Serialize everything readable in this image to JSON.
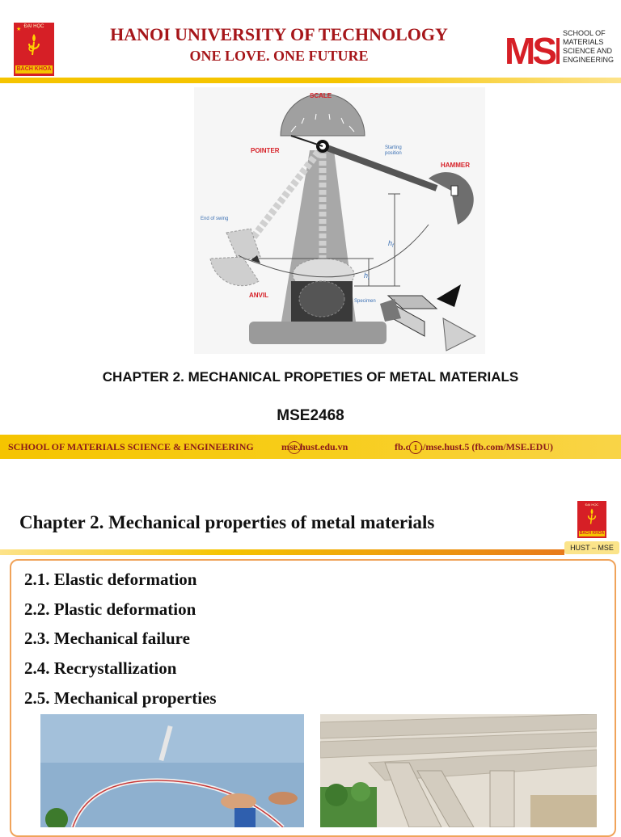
{
  "slide1": {
    "university_title": "HANOI UNIVERSITY OF TECHNOLOGY",
    "motto": "ONE LOVE. ONE FUTURE",
    "logo_hust": {
      "top_text": "ĐẠI HỌC",
      "band_text": "BÁCH KHOA"
    },
    "mse_logo": {
      "letters": "MSE",
      "text_lines": [
        "SCHOOL OF",
        "MATERIALS",
        "SCIENCE AND",
        "ENGINEERING"
      ]
    },
    "diagram": {
      "labels": {
        "scale": "SCALE",
        "pointer": "POINTER",
        "starting_position": [
          "Starting",
          "position"
        ],
        "hammer": "HAMMER",
        "end_of_swing": "End of swing",
        "anvil": "ANVIL",
        "specimen": "Specimen",
        "h_f": "h",
        "h_f_sub": "f",
        "h_i": "h",
        "h_i_sub": "i"
      }
    },
    "chapter_title": "CHAPTER 2. MECHANICAL PROPETIES OF METAL MATERIALS",
    "course_code": "MSE2468",
    "footer": {
      "school": "SCHOOL OF MATERIALS SCIENCE & ENGINEERING",
      "website": "mse.hust.edu.vn",
      "facebook": "fb.com/mse.hust.5 (fb.com/MSE.EDU)",
      "page_number_1": "1",
      "page_number_2": "1"
    }
  },
  "slide2": {
    "title": "Chapter 2. Mechanical properties of metal materials",
    "tag": "HUST – MSE",
    "logo_small": {
      "top_text": "ĐẠI HỌC",
      "band_text": "BÁCH KHOA"
    },
    "toc": [
      "2.1. Elastic deformation",
      "2.2. Plastic deformation",
      "2.3. Mechanical failure",
      "2.4. Recrystallization",
      "2.5. Mechanical properties"
    ]
  },
  "colors": {
    "brand_red": "#a6161a",
    "gold": "#f5c400",
    "orange_border": "#f0a35a"
  }
}
